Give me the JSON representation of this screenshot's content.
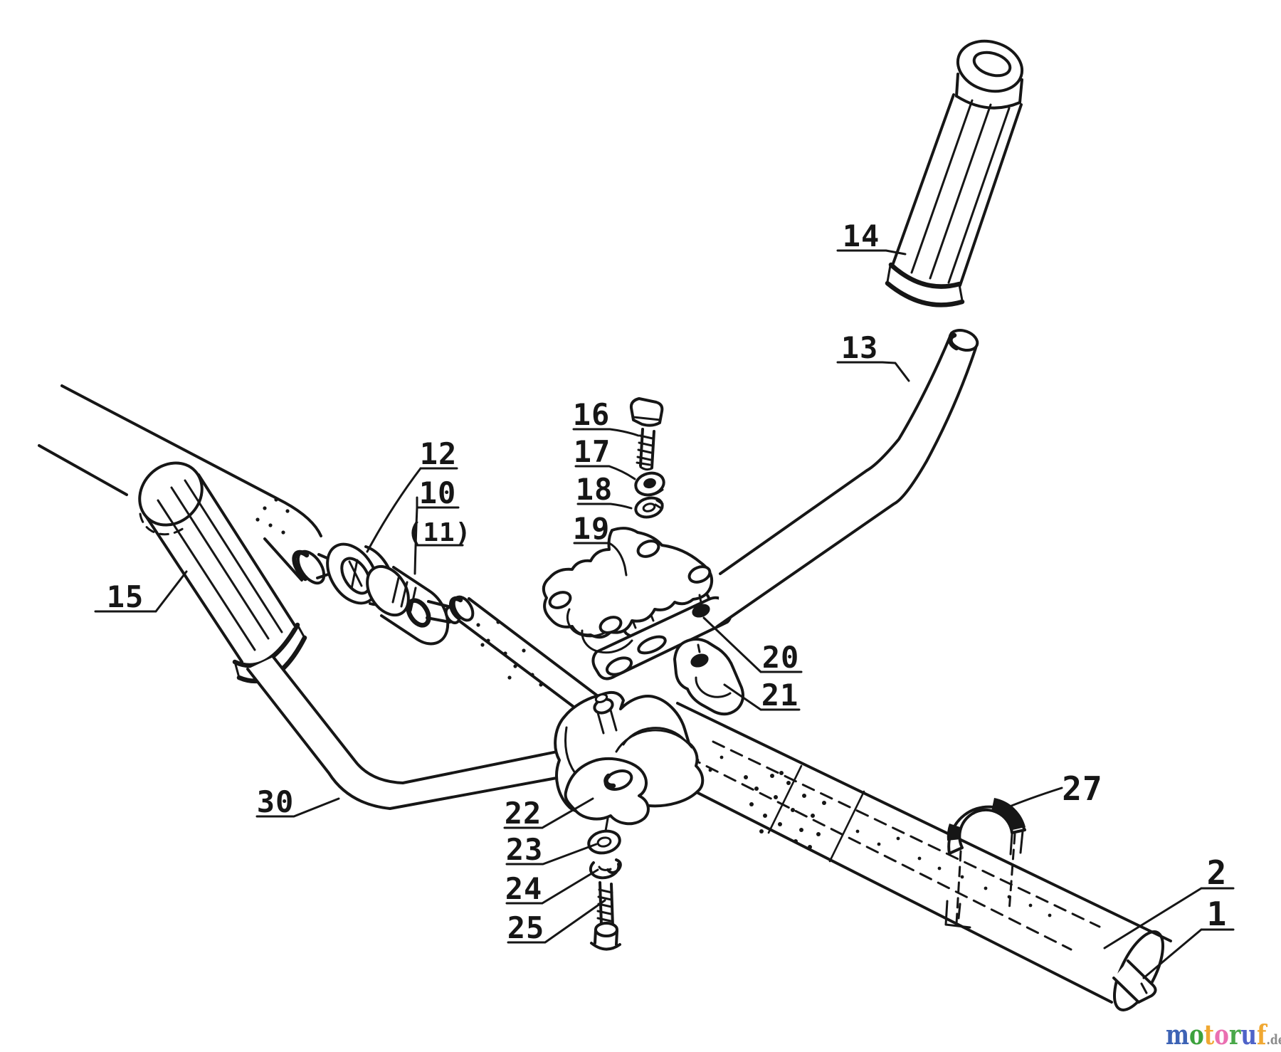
{
  "diagram": {
    "type": "exploded-parts-drawing",
    "subject": "handlebar assembly",
    "ink_color": "#161616",
    "background": "#ffffff",
    "labels": [
      {
        "id": "14",
        "text": "14"
      },
      {
        "id": "13",
        "text": "13"
      },
      {
        "id": "16",
        "text": "16"
      },
      {
        "id": "17",
        "text": "17"
      },
      {
        "id": "18",
        "text": "18"
      },
      {
        "id": "12",
        "text": "12"
      },
      {
        "id": "10",
        "text": "10"
      },
      {
        "id": "11",
        "text": "(11)"
      },
      {
        "id": "19",
        "text": "19"
      },
      {
        "id": "15",
        "text": "15"
      },
      {
        "id": "20",
        "text": "20"
      },
      {
        "id": "21",
        "text": "21"
      },
      {
        "id": "30",
        "text": "30"
      },
      {
        "id": "22",
        "text": "22"
      },
      {
        "id": "23",
        "text": "23"
      },
      {
        "id": "24",
        "text": "24"
      },
      {
        "id": "25",
        "text": "25"
      },
      {
        "id": "27",
        "text": "27"
      },
      {
        "id": "2",
        "text": "2"
      },
      {
        "id": "1",
        "text": "1"
      }
    ],
    "logo": {
      "letters": [
        {
          "ch": "m",
          "color": "#3d63b5"
        },
        {
          "ch": "o",
          "color": "#3da23d"
        },
        {
          "ch": "t",
          "color": "#f0a832"
        },
        {
          "ch": "o",
          "color": "#ea6fb1"
        },
        {
          "ch": "r",
          "color": "#49a849"
        },
        {
          "ch": "u",
          "color": "#4f63c8"
        },
        {
          "ch": "f",
          "color": "#f0a832"
        }
      ],
      "suffix": {
        "text": ".de",
        "color": "#8c8c8c"
      }
    }
  }
}
